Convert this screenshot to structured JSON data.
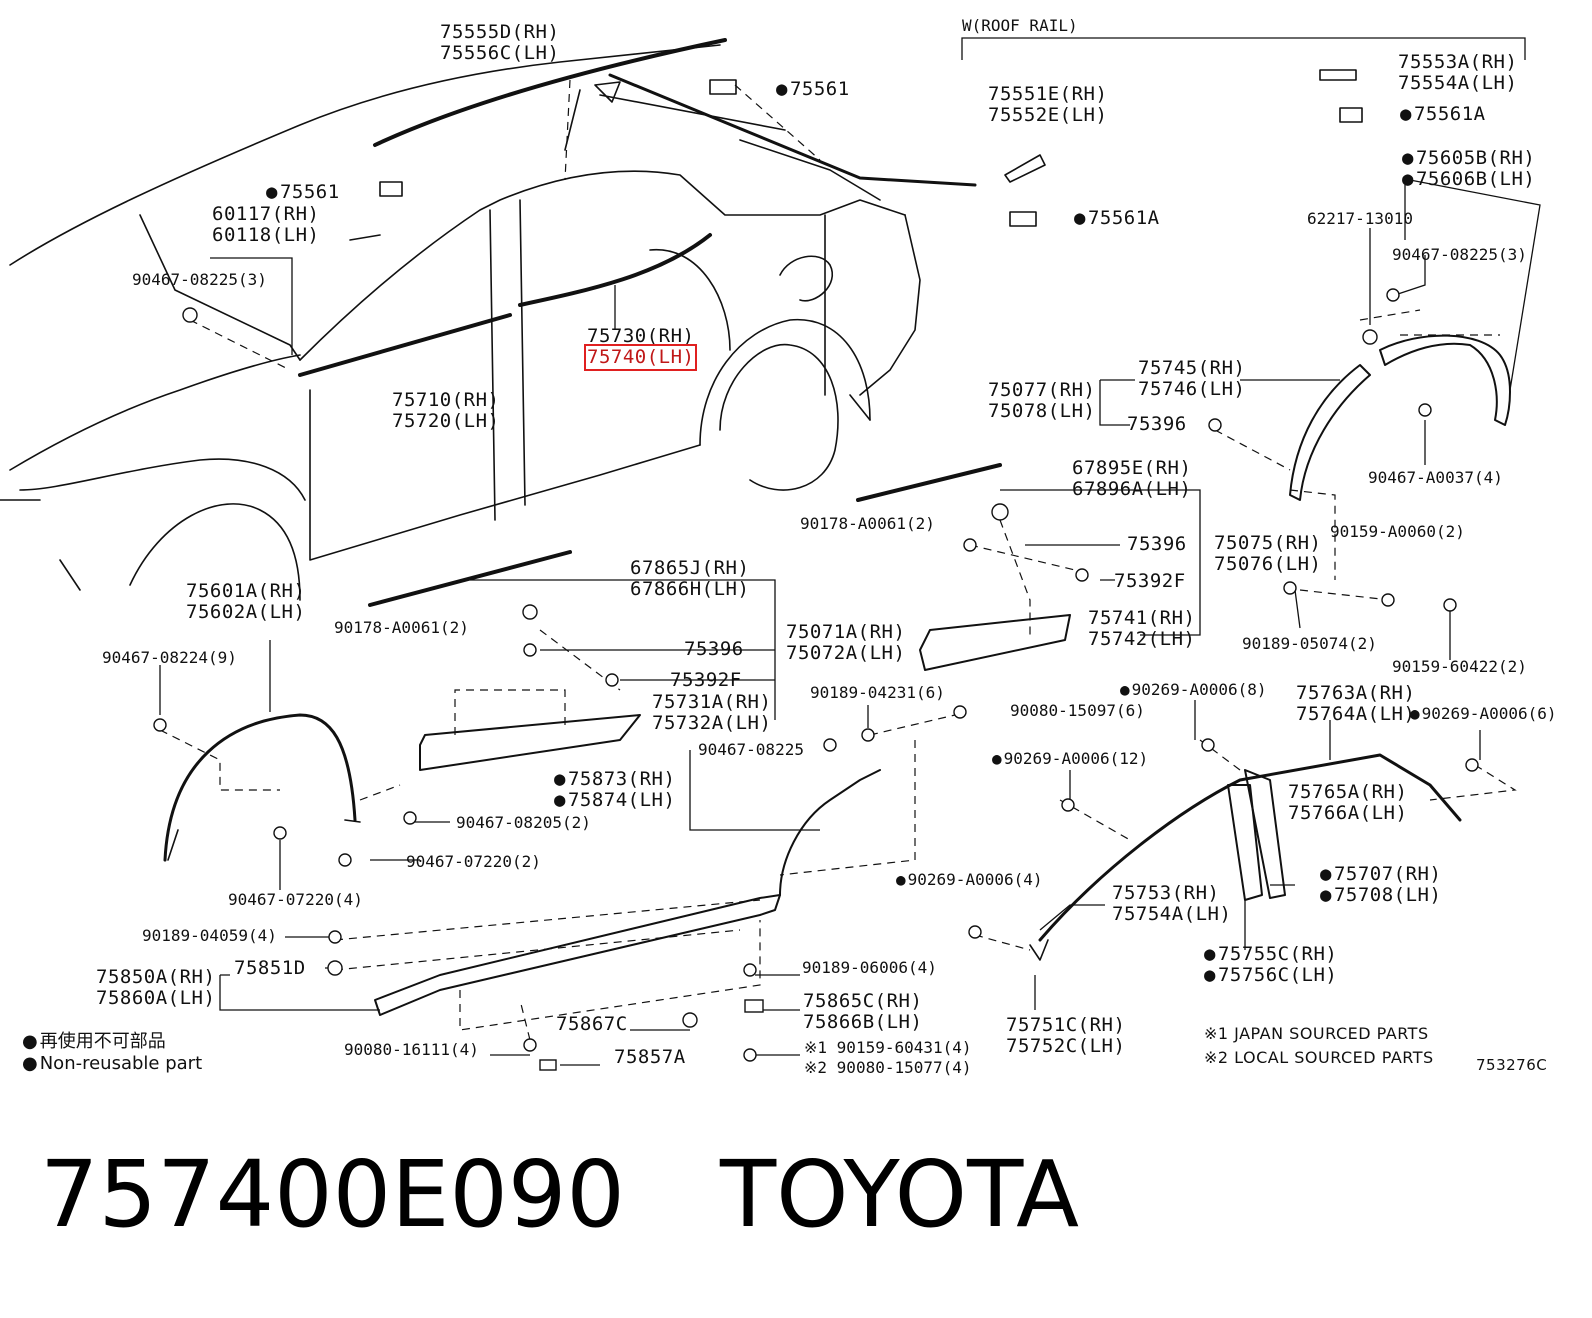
{
  "header": {
    "roof_rail": "W(ROOF RAIL)"
  },
  "labels": {
    "p75555": "75555D(RH)",
    "p75556": "75556C(LH)",
    "c75561_top": "75561",
    "c75561_left": "75561",
    "p60117": "60117(RH)",
    "p60118": "60118(LH)",
    "p90467_08225_3_left": "90467-08225(3)",
    "p75730": "75730(RH)",
    "p75740": "75740(LH)",
    "p75710": "75710(RH)",
    "p75720": "75720(LH)",
    "p75553": "75553A(RH)",
    "p75554": "75554A(LH)",
    "c75561a_top": "75561A",
    "p75551": "75551E(RH)",
    "p75552": "75552E(LH)",
    "c75561a_mid": "75561A",
    "c75605": "75605B(RH)",
    "c75606": "75606B(LH)",
    "p62217": "62217-13010",
    "p90467_08225_3_right": "90467-08225(3)",
    "p75745": "75745(RH)",
    "p75746": "75746(LH)",
    "p75077": "75077(RH)",
    "p75078": "75078(LH)",
    "p75396_a": "75396",
    "p90467_a0037": "90467-A0037(4)",
    "p67895": "67895E(RH)",
    "p67896": "67896A(LH)",
    "p90178_a": "90178-A0061(2)",
    "p75396_b": "75396",
    "p75392f_a": "75392F",
    "p75075": "75075(RH)",
    "p75076": "75076(LH)",
    "p75741": "75741(RH)",
    "p75742": "75742(LH)",
    "p90159_a0060": "90159-A0060(2)",
    "p90189_05074": "90189-05074(2)",
    "p90159_60422": "90159-60422(2)",
    "p67865": "67865J(RH)",
    "p67866": "67866H(LH)",
    "p75601": "75601A(RH)",
    "p75602": "75602A(LH)",
    "p90178_b": "90178-A0061(2)",
    "p90467_08224": "90467-08224(9)",
    "p75396_c": "75396",
    "p75071": "75071A(RH)",
    "p75072": "75072A(LH)",
    "p75392f_b": "75392F",
    "p75731": "75731A(RH)",
    "p75732": "75732A(LH)",
    "p90189_04231": "90189-04231(6)",
    "p90080_15097": "90080-15097(6)",
    "c90269_8": "90269-A0006(8)",
    "p75763": "75763A(RH)",
    "p75764": "75764A(LH)",
    "c90269_6": "90269-A0006(6)",
    "p90467_08225_mid": "90467-08225",
    "c75873": "75873(RH)",
    "c75874": "75874(LH)",
    "c90269_12": "90269-A0006(12)",
    "p75765": "75765A(RH)",
    "p75766": "75766A(LH)",
    "p90467_08205": "90467-08205(2)",
    "p90467_07220_2": "90467-07220(2)",
    "p90467_07220_4": "90467-07220(4)",
    "c75707": "75707(RH)",
    "c75708": "75708(LH)",
    "c90269_4": "90269-A0006(4)",
    "p75753": "75753(RH)",
    "p75754": "75754A(LH)",
    "p90189_04059": "90189-04059(4)",
    "p75850": "75850A(RH)",
    "p75860": "75860A(LH)",
    "p75851": "75851D",
    "p90189_06006": "90189-06006(4)",
    "c75755": "75755C(RH)",
    "c75756": "75756C(LH)",
    "p75865": "75865C(RH)",
    "p75866": "75866B(LH)",
    "p75867": "75867C",
    "p75751": "75751C(RH)",
    "p75752": "75752C(LH)",
    "p90080_16111": "90080-16111(4)",
    "p75857": "75857A",
    "p90159_60431": "※1 90159-60431(4)",
    "p90080_15077": "※2 90080-15077(4)"
  },
  "legend": {
    "cn": "再使用不可部品",
    "en": "Non-reusable part"
  },
  "notes": {
    "japan": "※1 JAPAN SOURCED PARTS",
    "local": "※2 LOCAL SOURCED PARTS",
    "code": "753276C"
  },
  "caption": {
    "part_number": "757400E090",
    "brand": "TOYOTA"
  },
  "colors": {
    "highlight": "#e02020",
    "ink": "#111111"
  }
}
